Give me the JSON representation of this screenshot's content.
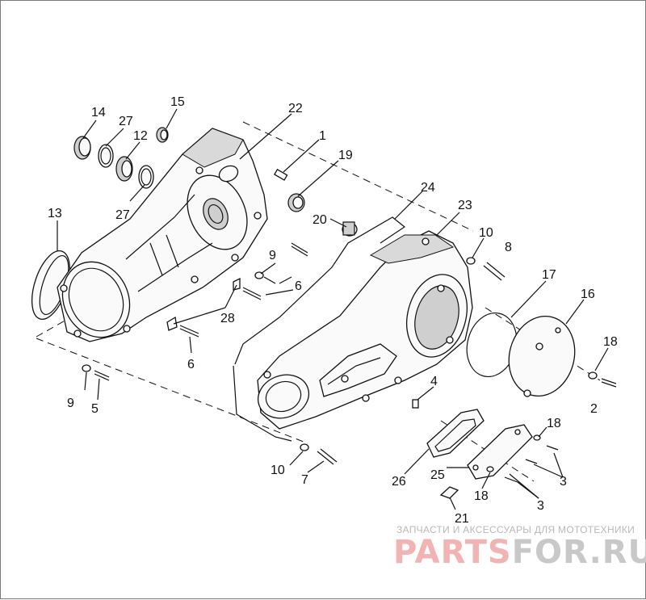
{
  "callouts": [
    {
      "label": "14"
    },
    {
      "label": "27"
    },
    {
      "label": "15"
    },
    {
      "label": "12"
    },
    {
      "label": "27"
    },
    {
      "label": "22"
    },
    {
      "label": "1"
    },
    {
      "label": "19"
    },
    {
      "label": "24"
    },
    {
      "label": "23"
    },
    {
      "label": "20"
    },
    {
      "label": "13"
    },
    {
      "label": "9"
    },
    {
      "label": "6"
    },
    {
      "label": "28"
    },
    {
      "label": "6"
    },
    {
      "label": "10"
    },
    {
      "label": "8"
    },
    {
      "label": "17"
    },
    {
      "label": "16"
    },
    {
      "label": "18"
    },
    {
      "label": "2"
    },
    {
      "label": "9"
    },
    {
      "label": "5"
    },
    {
      "label": "4"
    },
    {
      "label": "18"
    },
    {
      "label": "3"
    },
    {
      "label": "26"
    },
    {
      "label": "25"
    },
    {
      "label": "18"
    },
    {
      "label": "3"
    },
    {
      "label": "10"
    },
    {
      "label": "7"
    },
    {
      "label": "21"
    }
  ],
  "watermark": {
    "tagline": "ЗАПЧАСТИ И АКСЕССУАРЫ ДЛЯ МОТОТЕХНИКИ",
    "logo_part1": "PARTS",
    "logo_part2": "FOR.RU"
  },
  "colors": {
    "line": "#111111",
    "watermark_red": "#f2b3b3",
    "watermark_gray": "#c8c8c8"
  }
}
